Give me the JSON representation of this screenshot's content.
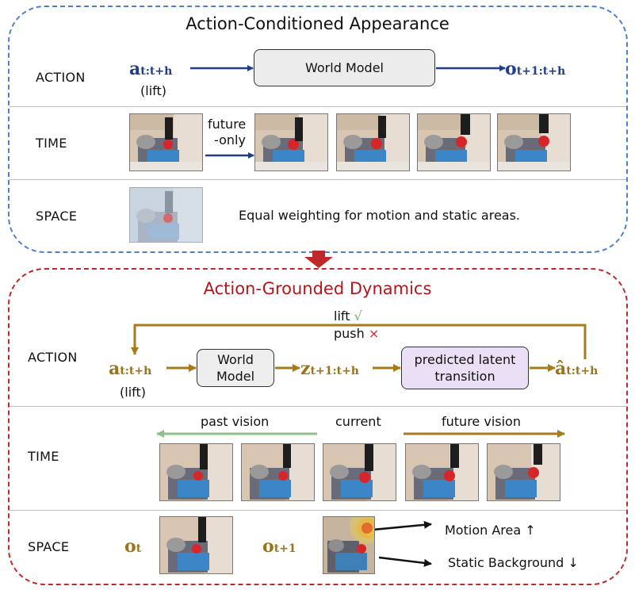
{
  "top": {
    "title": "Action-Conditioned Appearance",
    "action_label": "ACTION",
    "time_label": "TIME",
    "space_label": "SPACE",
    "input_symbol": "a",
    "input_subscript": "t:t+h",
    "input_note": "(lift)",
    "model_label": "World Model",
    "output_symbol": "o",
    "output_subscript": "t+1:t+h",
    "time_arrow_label_1": "future",
    "time_arrow_label_2": "-only",
    "space_text": "Equal weighting for motion and static areas."
  },
  "bottom": {
    "title": "Action-Grounded Dynamics",
    "action_label": "ACTION",
    "time_label": "TIME",
    "space_label": "SPACE",
    "input_symbol": "a",
    "input_subscript": "t:t+h",
    "input_note": "(lift)",
    "model_label_1": "World",
    "model_label_2": "Model",
    "latent_symbol": "z",
    "latent_subscript": "t+1:t+h",
    "transition_label_1": "predicted latent",
    "transition_label_2": "transition",
    "output_symbol": "â",
    "output_subscript": "t:t+h",
    "feedback_lift": "lift",
    "check_mark": "√",
    "feedback_push": "push",
    "cross_mark": "×",
    "past_label": "past vision",
    "current_label": "current",
    "future_label": "future vision",
    "ot_symbol": "o",
    "ot_subscript": "t",
    "ot1_symbol": "o",
    "ot1_subscript": "t+1",
    "motion_label": "Motion Area ↑",
    "static_label": "Static Background ↓"
  },
  "colors": {
    "top_border": "#4f7fc9",
    "bottom_border": "#c0282a",
    "navy_arrow": "#1f3f86",
    "gold_arrow": "#a67c1a",
    "past_arrow": "#8fc08c",
    "big_arrow": "#c0282a"
  }
}
